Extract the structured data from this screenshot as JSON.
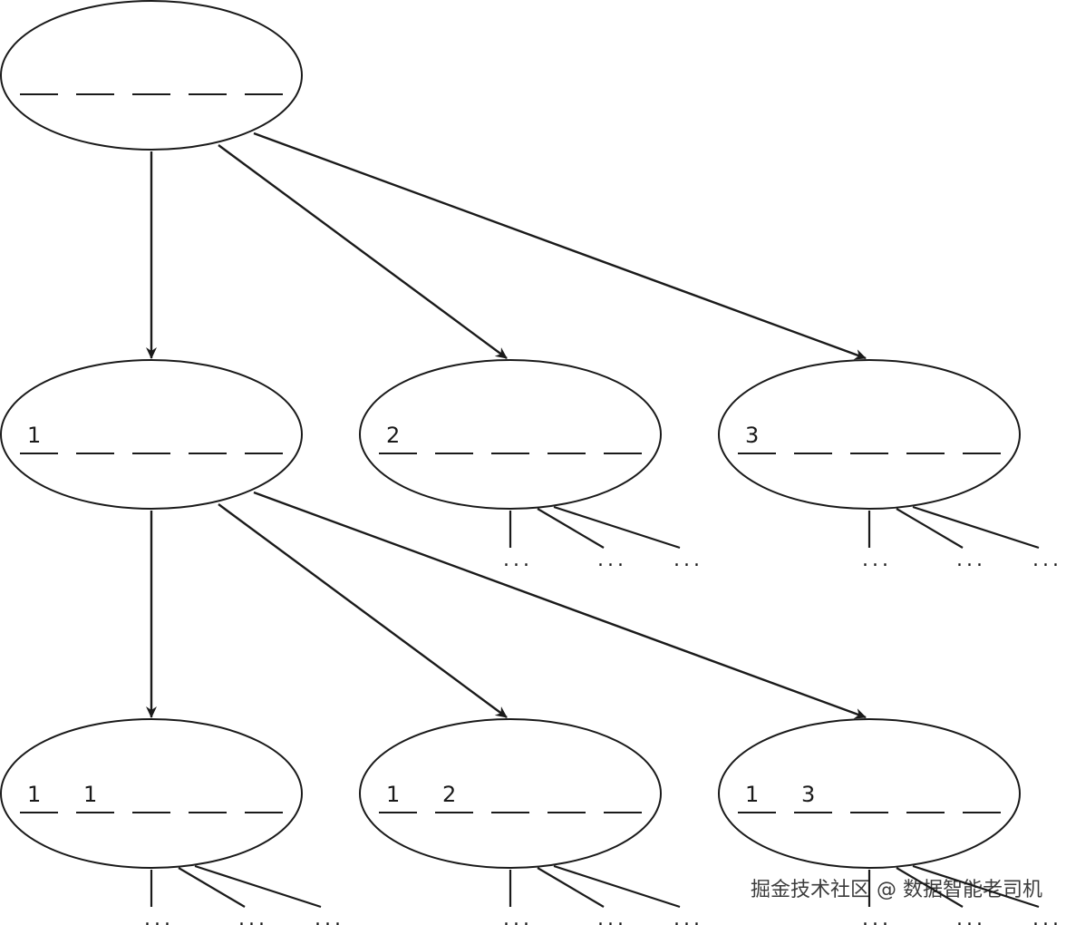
{
  "diagram": {
    "type": "tree",
    "slots_per_node": 5,
    "root": {
      "digits": []
    },
    "level1": [
      {
        "digits": [
          "1"
        ]
      },
      {
        "digits": [
          "2"
        ]
      },
      {
        "digits": [
          "3"
        ]
      }
    ],
    "level2": [
      {
        "digits": [
          "1",
          "1"
        ]
      },
      {
        "digits": [
          "1",
          "2"
        ]
      },
      {
        "digits": [
          "1",
          "3"
        ]
      }
    ],
    "continuation": "..."
  },
  "watermark": "掘金技术社区 @ 数据智能老司机",
  "colors": {
    "line": "#1a1a1a",
    "background": "#ffffff"
  }
}
